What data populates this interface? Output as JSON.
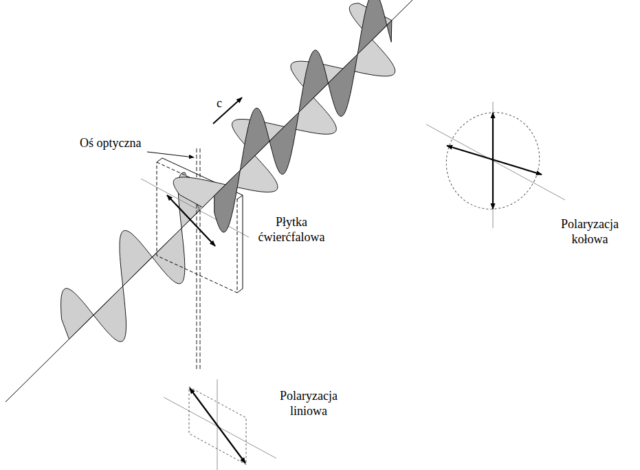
{
  "diagram": {
    "labels": [
      "c",
      "Oś optyczna",
      "Płytka ćwierćfalowa",
      "Polaryzacja kołowa",
      "Polaryzacja liniowa"
    ]
  }
}
